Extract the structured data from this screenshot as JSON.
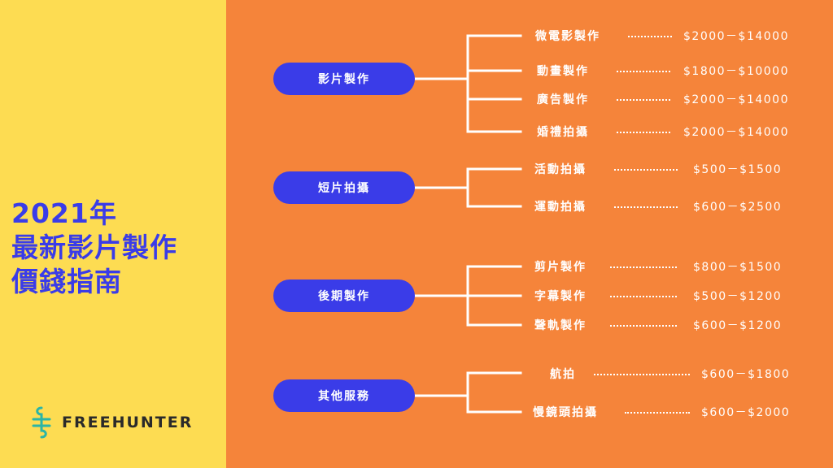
{
  "title": {
    "lines": [
      "2021年",
      "最新影片製作",
      "價錢指南"
    ]
  },
  "logo": {
    "text": "FREEHUNTER",
    "icon": "freehunter-logo-icon"
  },
  "colors": {
    "left_bg": "#FDDC52",
    "right_bg": "#F5843A",
    "accent": "#3A3CE8",
    "logo_teal": "#2BB5A6"
  },
  "categories": [
    {
      "label": "影片製作",
      "services": [
        {
          "name": "微電影製作",
          "price": "$2000－$14000"
        },
        {
          "name": "動畫製作",
          "price": "$1800－$10000"
        },
        {
          "name": "廣告製作",
          "price": "$2000－$14000"
        },
        {
          "name": "婚禮拍攝",
          "price": "$2000－$14000"
        }
      ]
    },
    {
      "label": "短片拍攝",
      "services": [
        {
          "name": "活動拍攝",
          "price": "$500－$1500"
        },
        {
          "name": "運動拍攝",
          "price": "$600－$2500"
        }
      ]
    },
    {
      "label": "後期製作",
      "services": [
        {
          "name": "剪片製作",
          "price": "$800－$1500"
        },
        {
          "name": "字幕製作",
          "price": "$500－$1200"
        },
        {
          "name": "聲軌製作",
          "price": "$600－$1200"
        }
      ]
    },
    {
      "label": "其他服務",
      "services": [
        {
          "name": "航拍",
          "price": "$600－$1800"
        },
        {
          "name": "慢鏡頭拍攝",
          "price": "$600－$2000"
        }
      ]
    }
  ]
}
